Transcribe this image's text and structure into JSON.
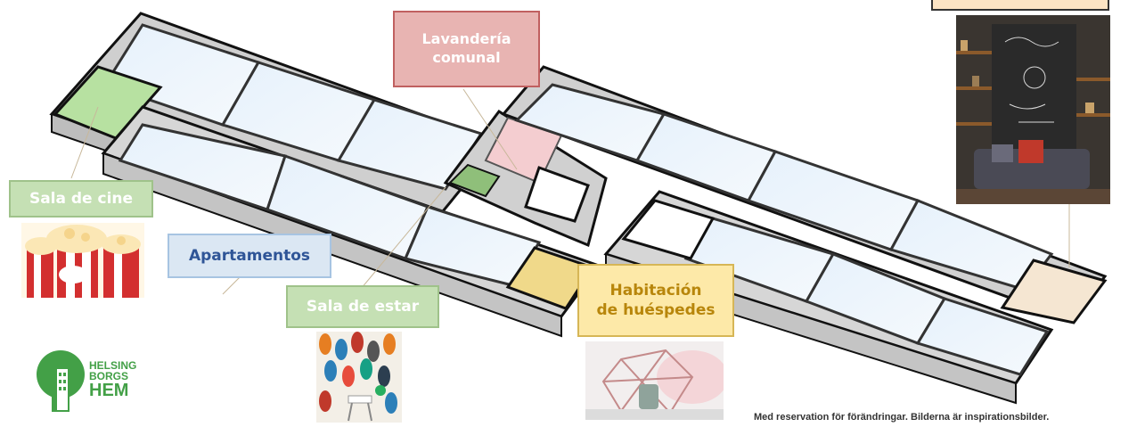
{
  "rooms": {
    "laundry": "Lavandería\ncomunal",
    "cinema": "Sala de cine",
    "apartments": "Apartamentos",
    "living": "Sala de estar",
    "guest": "Habitación\nde huéspedes",
    "top_right": ""
  },
  "logo": {
    "line1": "HELSING",
    "line2": "BORGS",
    "line3": "HEM"
  },
  "footnote": "Med reservation för förändringar. Bilderna är inspirationsbilder.",
  "colors": {
    "laundry": "#e8b4b2",
    "cinema": "#c5e0b4",
    "apartments": "#dbe7f3",
    "living": "#c5e0b4",
    "guest": "#fde9a8",
    "top_right": "#fce4c4",
    "brand_green": "#43a047"
  }
}
